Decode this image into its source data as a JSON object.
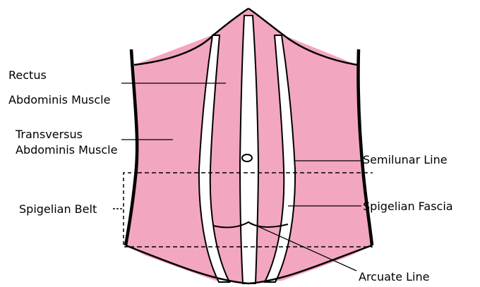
{
  "labels": {
    "rectus_line1": "Rectus",
    "rectus_line2": "Abdominis Muscle",
    "transversus_line1": "Transversus",
    "transversus_line2": "Abdominis Muscle",
    "spigelian_belt": "Spigelian Belt",
    "semilunar_line": "Semilunar Line",
    "spigelian_fascia": "Spigelian Fascia",
    "arcuate_line": "Arcuate Line"
  },
  "colors": {
    "muscle": "#f3a6bf",
    "outline": "#000000",
    "background": "#ffffff"
  }
}
